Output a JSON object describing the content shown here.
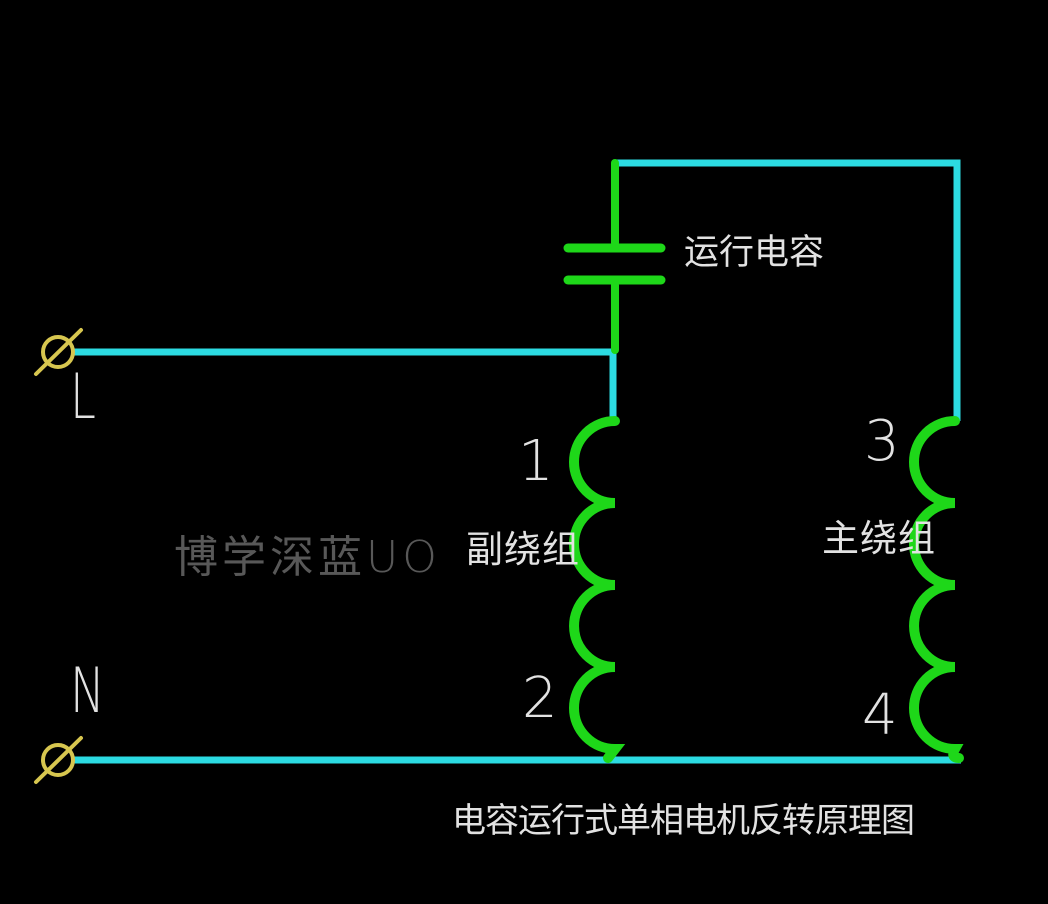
{
  "diagram": {
    "title": "电容运行式单相电机反转原理图",
    "watermark": "博学深蓝UO",
    "capacitor": {
      "label": "运行电容"
    },
    "supply": {
      "live_label": "L",
      "neutral_label": "N"
    },
    "aux_winding": {
      "label": "副绕组",
      "top_terminal": "1",
      "bottom_terminal": "2"
    },
    "main_winding": {
      "label": "主绕组",
      "top_terminal": "3",
      "bottom_terminal": "4"
    }
  },
  "colors": {
    "background": "#000000",
    "wire_cyan": "#2cdbe2",
    "component_green": "#1ed719",
    "terminal_yellow": "#d7c64f",
    "label_white": "#e2e2e2",
    "watermark_gray": "#585858"
  }
}
